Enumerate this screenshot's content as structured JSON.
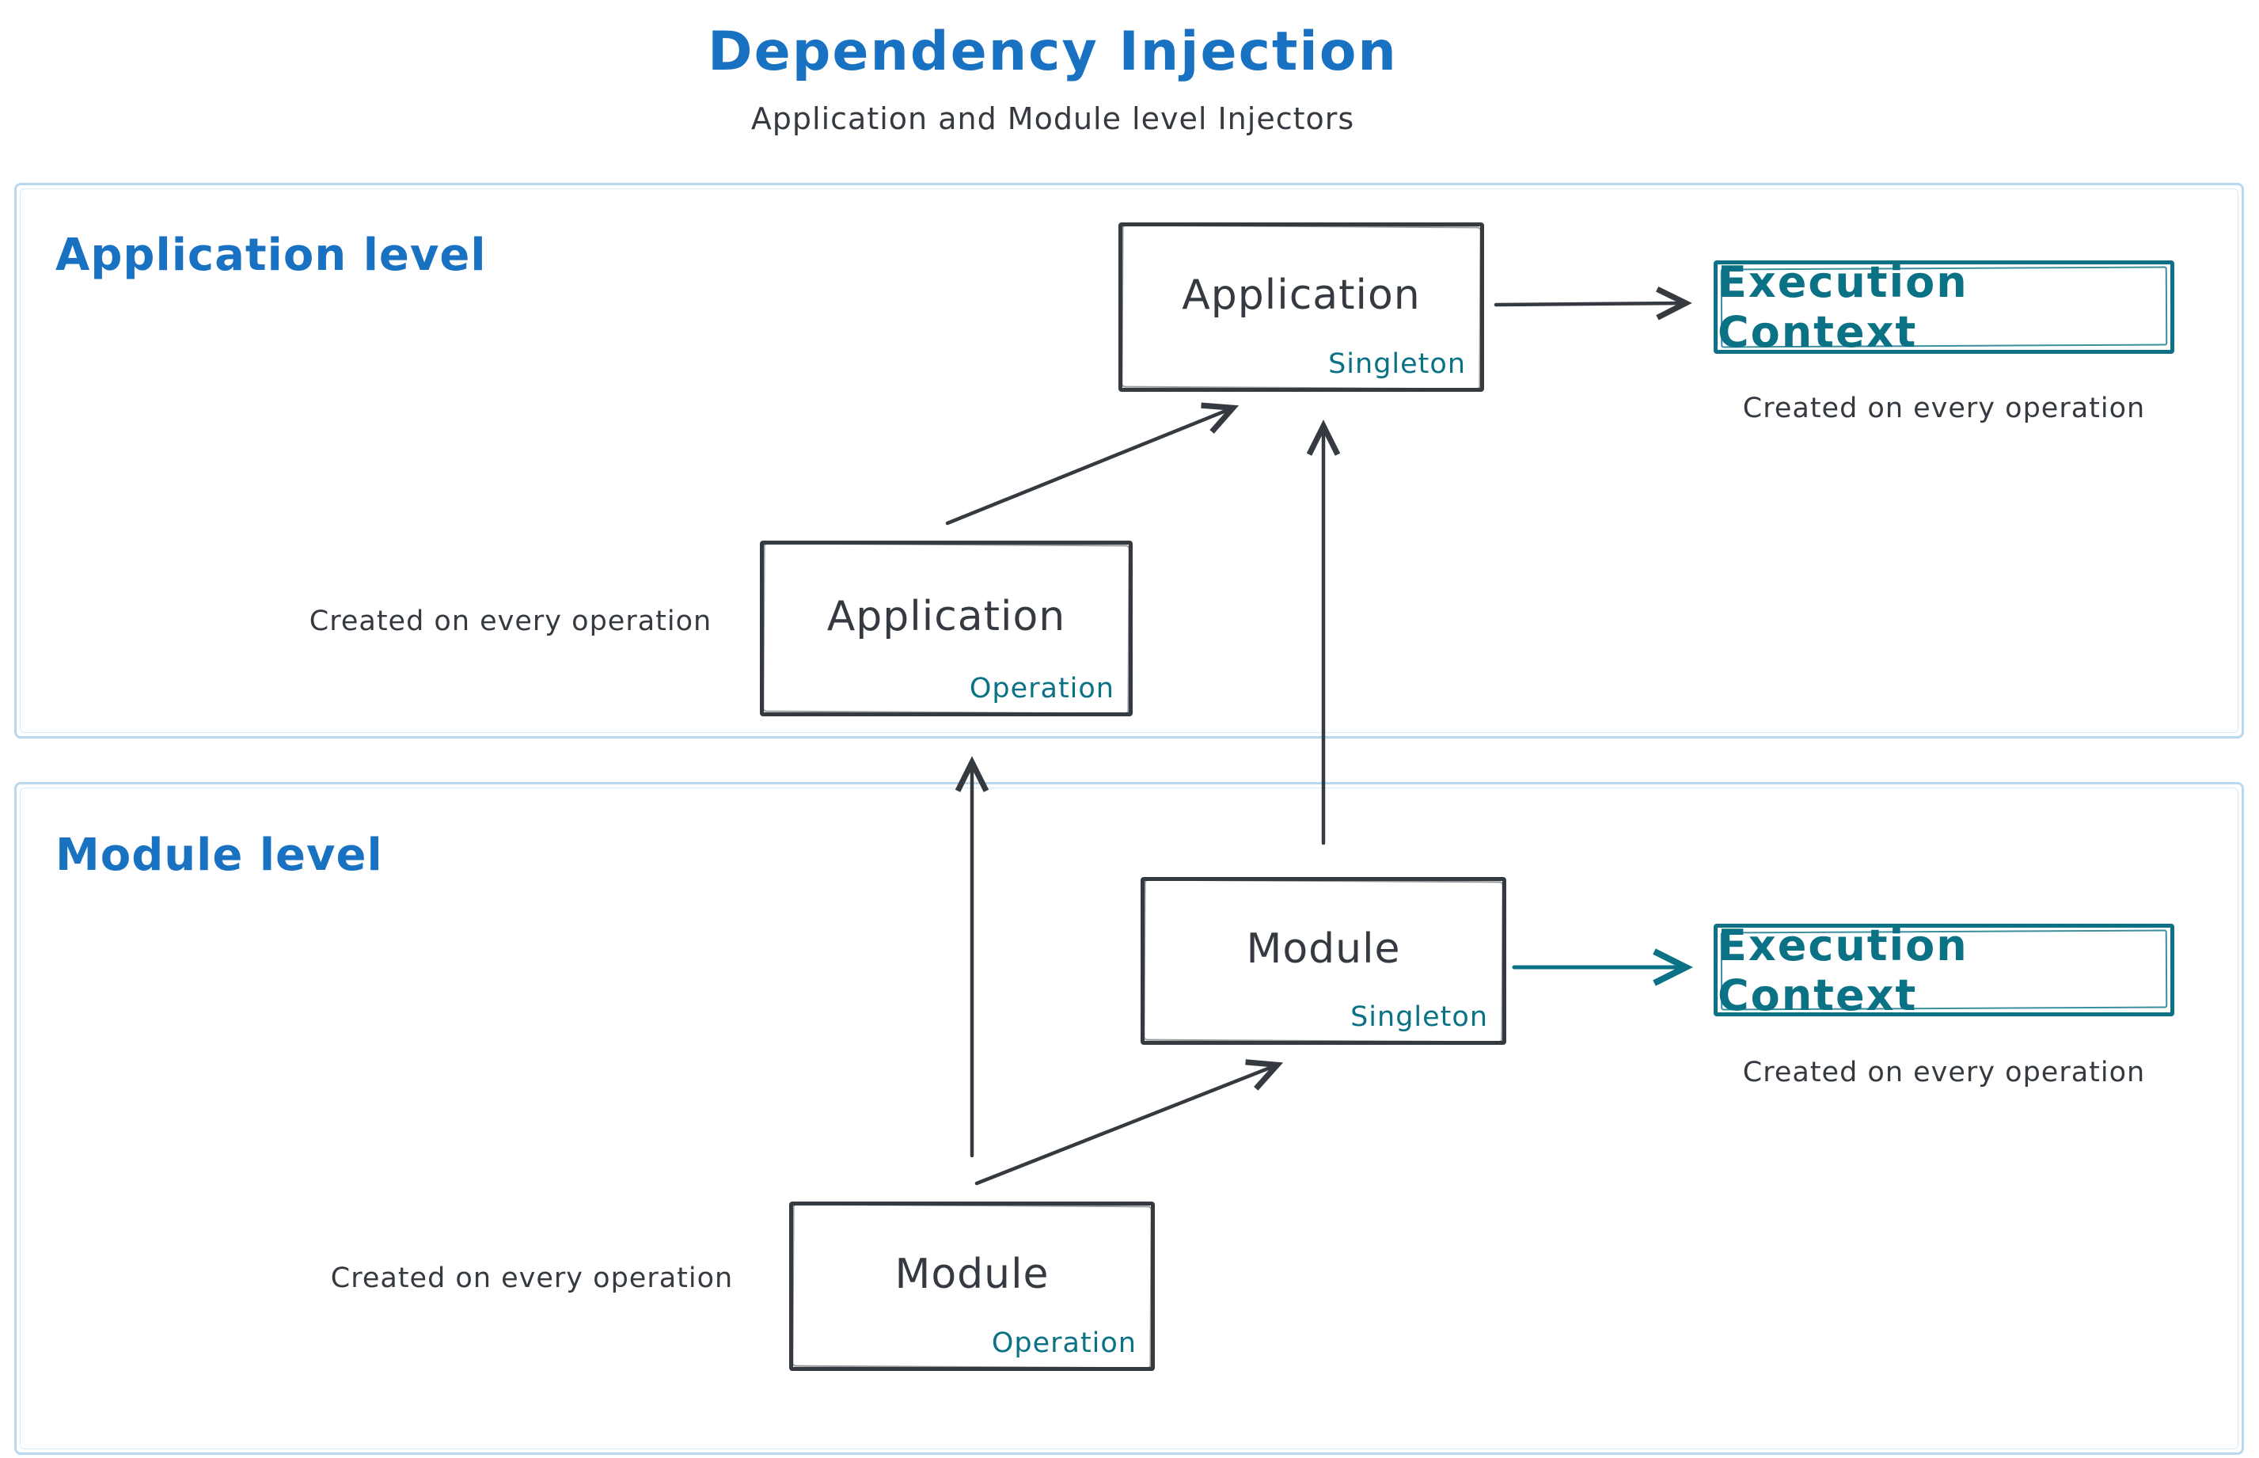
{
  "title": "Dependency Injection",
  "subtitle": "Application and Module level Injectors",
  "colors": {
    "blue": "#1971c2",
    "teal": "#0b7285",
    "dark": "#343a40",
    "container_border": "#b8d8f0",
    "background": "#ffffff"
  },
  "sections": {
    "application": {
      "label": "Application level"
    },
    "module": {
      "label": "Module level"
    }
  },
  "nodes": {
    "app_singleton": {
      "title": "Application",
      "badge": "Singleton"
    },
    "app_operation": {
      "title": "Application",
      "badge": "Operation"
    },
    "module_singleton": {
      "title": "Module",
      "badge": "Singleton"
    },
    "module_operation": {
      "title": "Module",
      "badge": "Operation"
    },
    "app_execution_context": {
      "label": "Execution Context"
    },
    "module_execution_context": {
      "label": "Execution Context"
    }
  },
  "captions": {
    "app_execution": "Created on every operation",
    "app_operation": "Created on every operation",
    "module_execution": "Created on every operation",
    "module_operation": "Created on every operation"
  }
}
